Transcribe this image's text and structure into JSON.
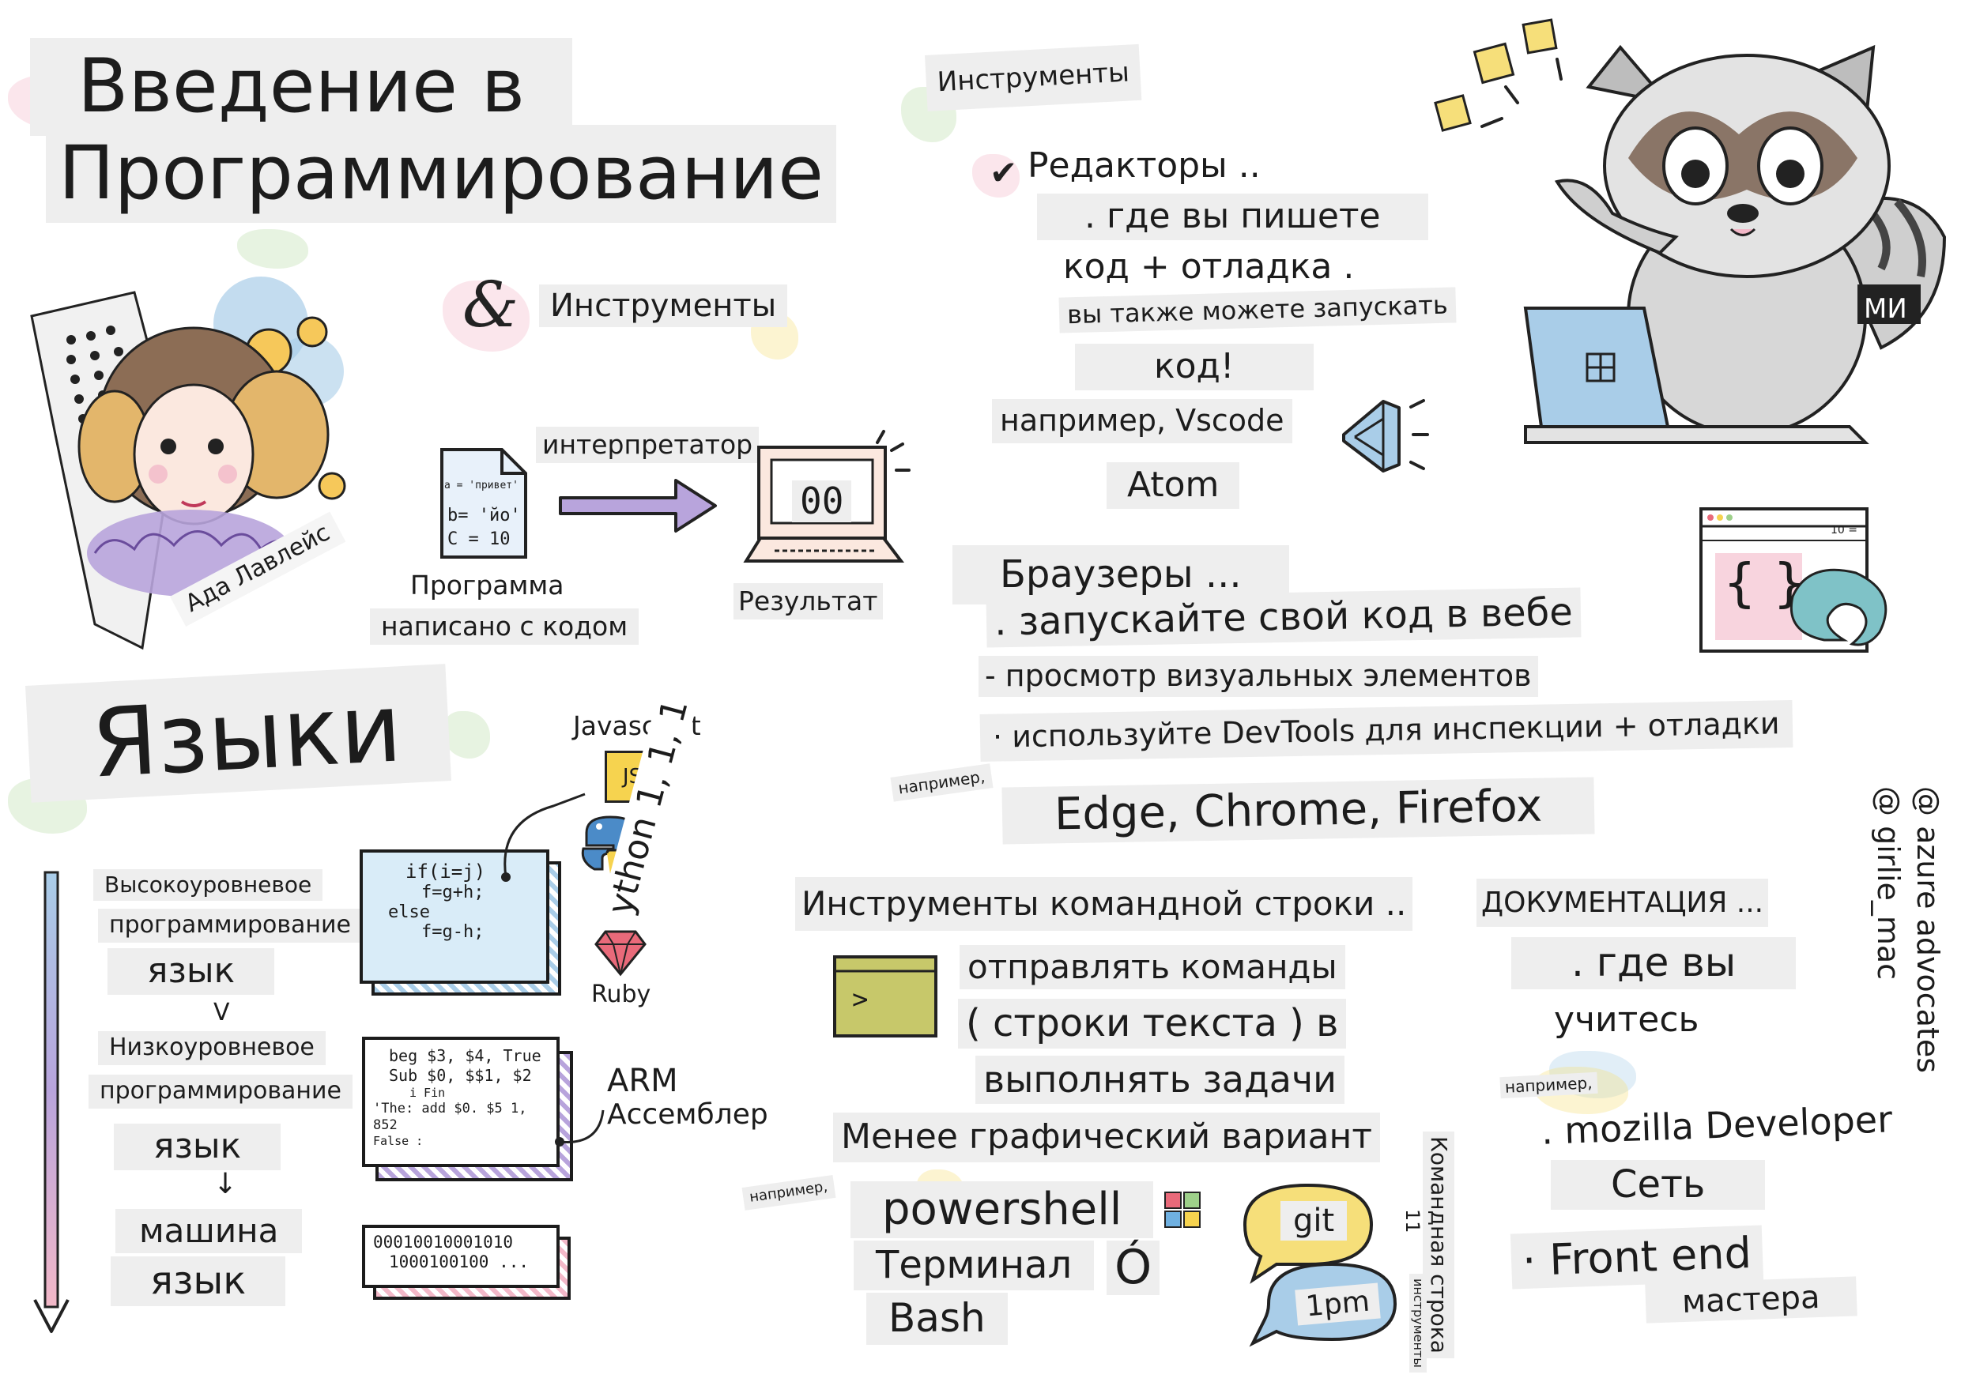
{
  "header": {
    "title_line1": "Введение в",
    "title_line2": "Программирование",
    "and_tools": "Инструменты"
  },
  "intro": {
    "interpreter": "интерпретатор",
    "program_label": "Программа",
    "written_with_code": "написано с кодом",
    "result": "Результат",
    "output": "00",
    "paper_lines": [
      "a = 'привет'",
      "b= 'йо'",
      "C = 10"
    ],
    "ada": "Ада Лавлейс"
  },
  "languages": {
    "title": "Языки",
    "high_1": "Высокоуровневое",
    "high_2": "программирование",
    "high_3": "язык",
    "v": "V",
    "low_1": "Низкоуровневое",
    "low_2": "программирование",
    "low_3": "язык",
    "machine_1": "машина",
    "machine_2": "язык",
    "javascript": "Javascript",
    "js_badge": "JS",
    "python": "ython 1, 1, 1",
    "ruby": "Ruby",
    "arm": "ARM",
    "assembler": "Ассемблер",
    "code_high": [
      "if(i=j)",
      "f=g+h;",
      "else",
      "f=g-h;"
    ],
    "code_asm": [
      "beg $3, $4, True",
      "Sub $0, $$1, $2",
      "i Fin",
      "'The: add $0. $5 1, 852",
      "False :"
    ],
    "code_binary": [
      "00010010001010",
      "1000100100 ..."
    ]
  },
  "tools": {
    "heading": "Инструменты",
    "editors": "Редакторы ..",
    "editors_lines": [
      ". где вы пишете",
      "код + отладка .",
      "вы также можете запускать",
      "код!"
    ],
    "example_vscode": "например, Vscode",
    "atom": "Atom",
    "browsers": "Браузеры ...",
    "browser_lines": [
      ". запускайте свой код в вебе",
      "- просмотр визуальных элементов",
      "· используйте DevTools для инспекции + отладки"
    ],
    "browsers_example": "например,",
    "browsers_list": "Edge, Chrome, Firefox",
    "window_counter": "10 =",
    "braces": "{ }"
  },
  "cli": {
    "heading": "Инструменты командной строки ..",
    "lines": [
      "отправлять команды",
      "( строки текста ) в",
      "выполнять задачи"
    ],
    "less_graphical": "Менее графический вариант",
    "example": "например,",
    "powershell": "powershell",
    "terminal": "Терминал",
    "bash": "Bash",
    "git": "git",
    "time": "1pm",
    "prompt": ">",
    "vertical_1": "Командная строка",
    "vertical_2": "инструменты",
    "vertical_small": "11"
  },
  "docs": {
    "heading": "ДОКУМЕНТАЦИЯ ...",
    "line1": ". где вы",
    "line2": "учитесь",
    "example": "например,",
    "mdn_1": ". mozilla Developer",
    "mdn_2": "Сеть",
    "fem_1": "· Front end",
    "fem_2": "мастера"
  },
  "credits": {
    "line1": "@ azure advocates",
    "line2": "@ girlie_mac",
    "mascot_badge": "МИ"
  },
  "colors": {
    "accent_purple": "#b8a4dc",
    "accent_pink": "#f3b8c8",
    "accent_yellow": "#f6df7a",
    "accent_blue": "#a9cde8",
    "accent_green": "#b9dca8",
    "label_bg": "#eeeeee"
  }
}
